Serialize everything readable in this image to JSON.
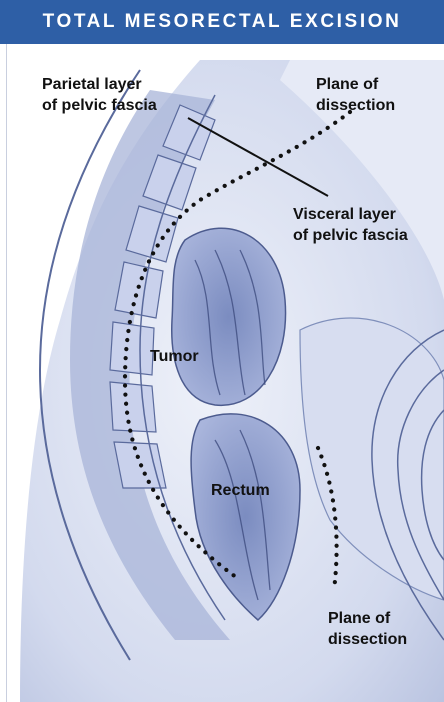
{
  "header": {
    "title": "TOTAL MESORECTAL EXCISION",
    "background": "#2e5fa6",
    "text_color": "#ffffff"
  },
  "illustration": {
    "subject": "sagittal pelvis anatomy",
    "palette": {
      "tissue": "#c3cde6",
      "shadow": "#7f8fbb",
      "line": "#5a6a9c"
    }
  },
  "labels": {
    "parietal_layer": {
      "line1": "Parietal layer",
      "line2": "of pelvic fascia"
    },
    "plane_top": {
      "line1": "Plane of",
      "line2": "dissection"
    },
    "visceral_layer": {
      "line1": "Visceral layer",
      "line2": "of pelvic fascia"
    },
    "tumor": "Tumor",
    "rectum": "Rectum",
    "plane_bottom": {
      "line1": "Plane of",
      "line2": "dissection"
    }
  }
}
